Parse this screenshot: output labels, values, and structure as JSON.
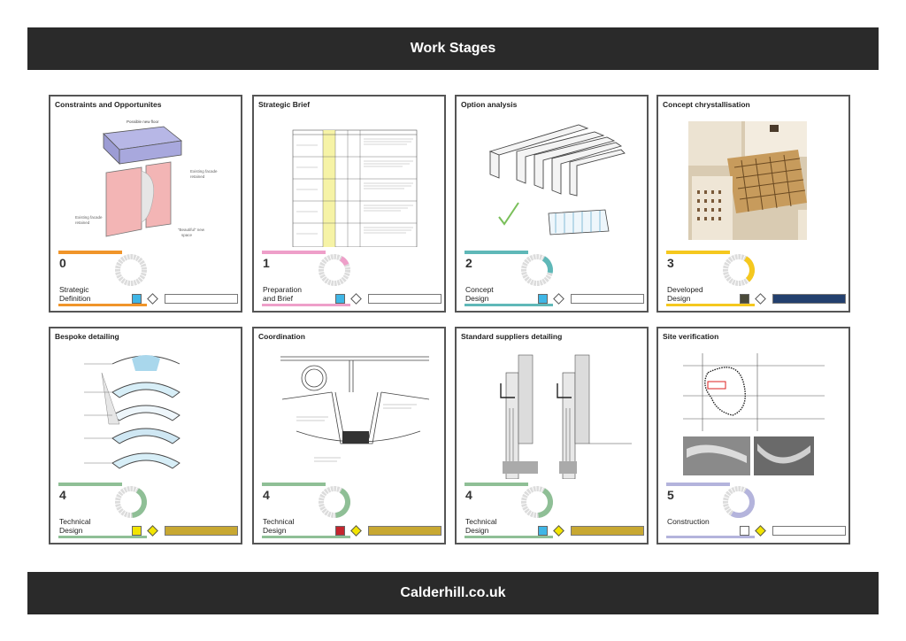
{
  "header": {
    "title": "Work Stages"
  },
  "footer": {
    "site": "Calderhill.co.uk"
  },
  "cards": [
    {
      "title": "Constraints and Opportunites",
      "stage": "0",
      "label1": "Strategic",
      "label2": "Definition",
      "color": "#f0952a",
      "progress": 0.0,
      "swatch": "#3fb6e6",
      "diamond": "#ffffff",
      "rect": "#ffffff",
      "illus_labels": {
        "top": "Possible new floor",
        "right1": "Existing facade",
        "right2": "retained",
        "left1": "Existing facade",
        "left2": "retained",
        "bottom1": "“Beautiful” new",
        "bottom2": "space"
      }
    },
    {
      "title": "Strategic Brief",
      "stage": "1",
      "label1": "Preparation",
      "label2": "and Brief",
      "color": "#ee9fc9",
      "progress": 0.1,
      "swatch": "#3fb6e6",
      "diamond": "#ffffff",
      "rect": "#ffffff"
    },
    {
      "title": "Option analysis",
      "stage": "2",
      "label1": "Concept",
      "label2": "Design",
      "color": "#5fb8b8",
      "progress": 0.2,
      "swatch": "#3fb6e6",
      "diamond": "#ffffff",
      "rect": "#ffffff"
    },
    {
      "title": "Concept chrystallisation",
      "stage": "3",
      "label1": "Developed",
      "label2": "Design",
      "color": "#f5c81e",
      "progress": 0.3,
      "swatch": "#4a4a3a",
      "diamond": "#ffffff",
      "rect": "#23406e"
    },
    {
      "title": "Bespoke detailing",
      "stage": "4",
      "label1": "Technical",
      "label2": "Design",
      "color": "#8fbf96",
      "progress": 0.4,
      "swatch": "#f2e400",
      "diamond": "#f2e400",
      "rect": "#c8a832"
    },
    {
      "title": "Coordination",
      "stage": "4",
      "label1": "Technical",
      "label2": "Design",
      "color": "#8fbf96",
      "progress": 0.4,
      "swatch": "#c4262e",
      "diamond": "#f2e400",
      "rect": "#c8a832"
    },
    {
      "title": "Standard suppliers detailing",
      "stage": "4",
      "label1": "Technical",
      "label2": "Design",
      "color": "#8fbf96",
      "progress": 0.4,
      "swatch": "#3fb6e6",
      "diamond": "#f2e400",
      "rect": "#c8a832"
    },
    {
      "title": "Site verification",
      "stage": "5",
      "label1": "Construction",
      "label2": "",
      "color": "#b4b4dc",
      "progress": 0.5,
      "swatch": "#ffffff",
      "diamond": "#f2e400",
      "rect": "#ffffff"
    }
  ]
}
